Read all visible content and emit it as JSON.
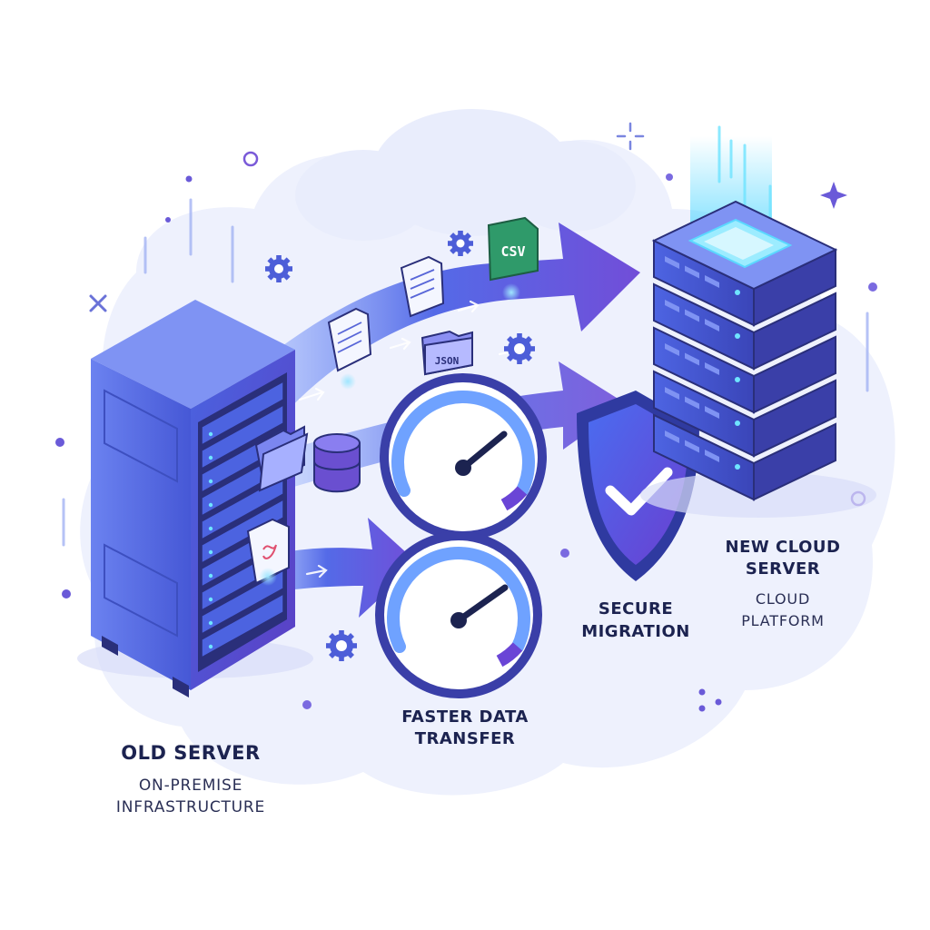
{
  "old_server": {
    "title": "OLD SERVER",
    "subtitle_line1": "ON-PREMISE",
    "subtitle_line2": "INFRASTRUCTURE"
  },
  "transfer": {
    "title_line1": "FASTER DATA",
    "title_line2": "TRANSFER"
  },
  "security": {
    "title_line1": "SECURE",
    "title_line2": "MIGRATION"
  },
  "new_server": {
    "title_line1": "NEW CLOUD",
    "title_line2": "SERVER",
    "subtitle_line1": "CLOUD",
    "subtitle_line2": "PLATFORM"
  },
  "file_badges": {
    "csv": "CSV",
    "json": "JSON"
  },
  "icons": [
    "old-server-rack-icon",
    "cloud-server-stack-icon",
    "speedometer-icon",
    "shield-check-icon",
    "csv-file-icon",
    "json-folder-icon",
    "document-icon",
    "pdf-file-icon",
    "folder-icon",
    "database-icon",
    "gear-icon",
    "sparkle-icon"
  ],
  "colors": {
    "primary": "#3b4fd8",
    "secondary": "#6a4bd6",
    "accent_cyan": "#5ad8ff",
    "csv_green": "#2f9a6a",
    "text_dark": "#1c2350",
    "cloud_bg": "#eef1fd"
  }
}
